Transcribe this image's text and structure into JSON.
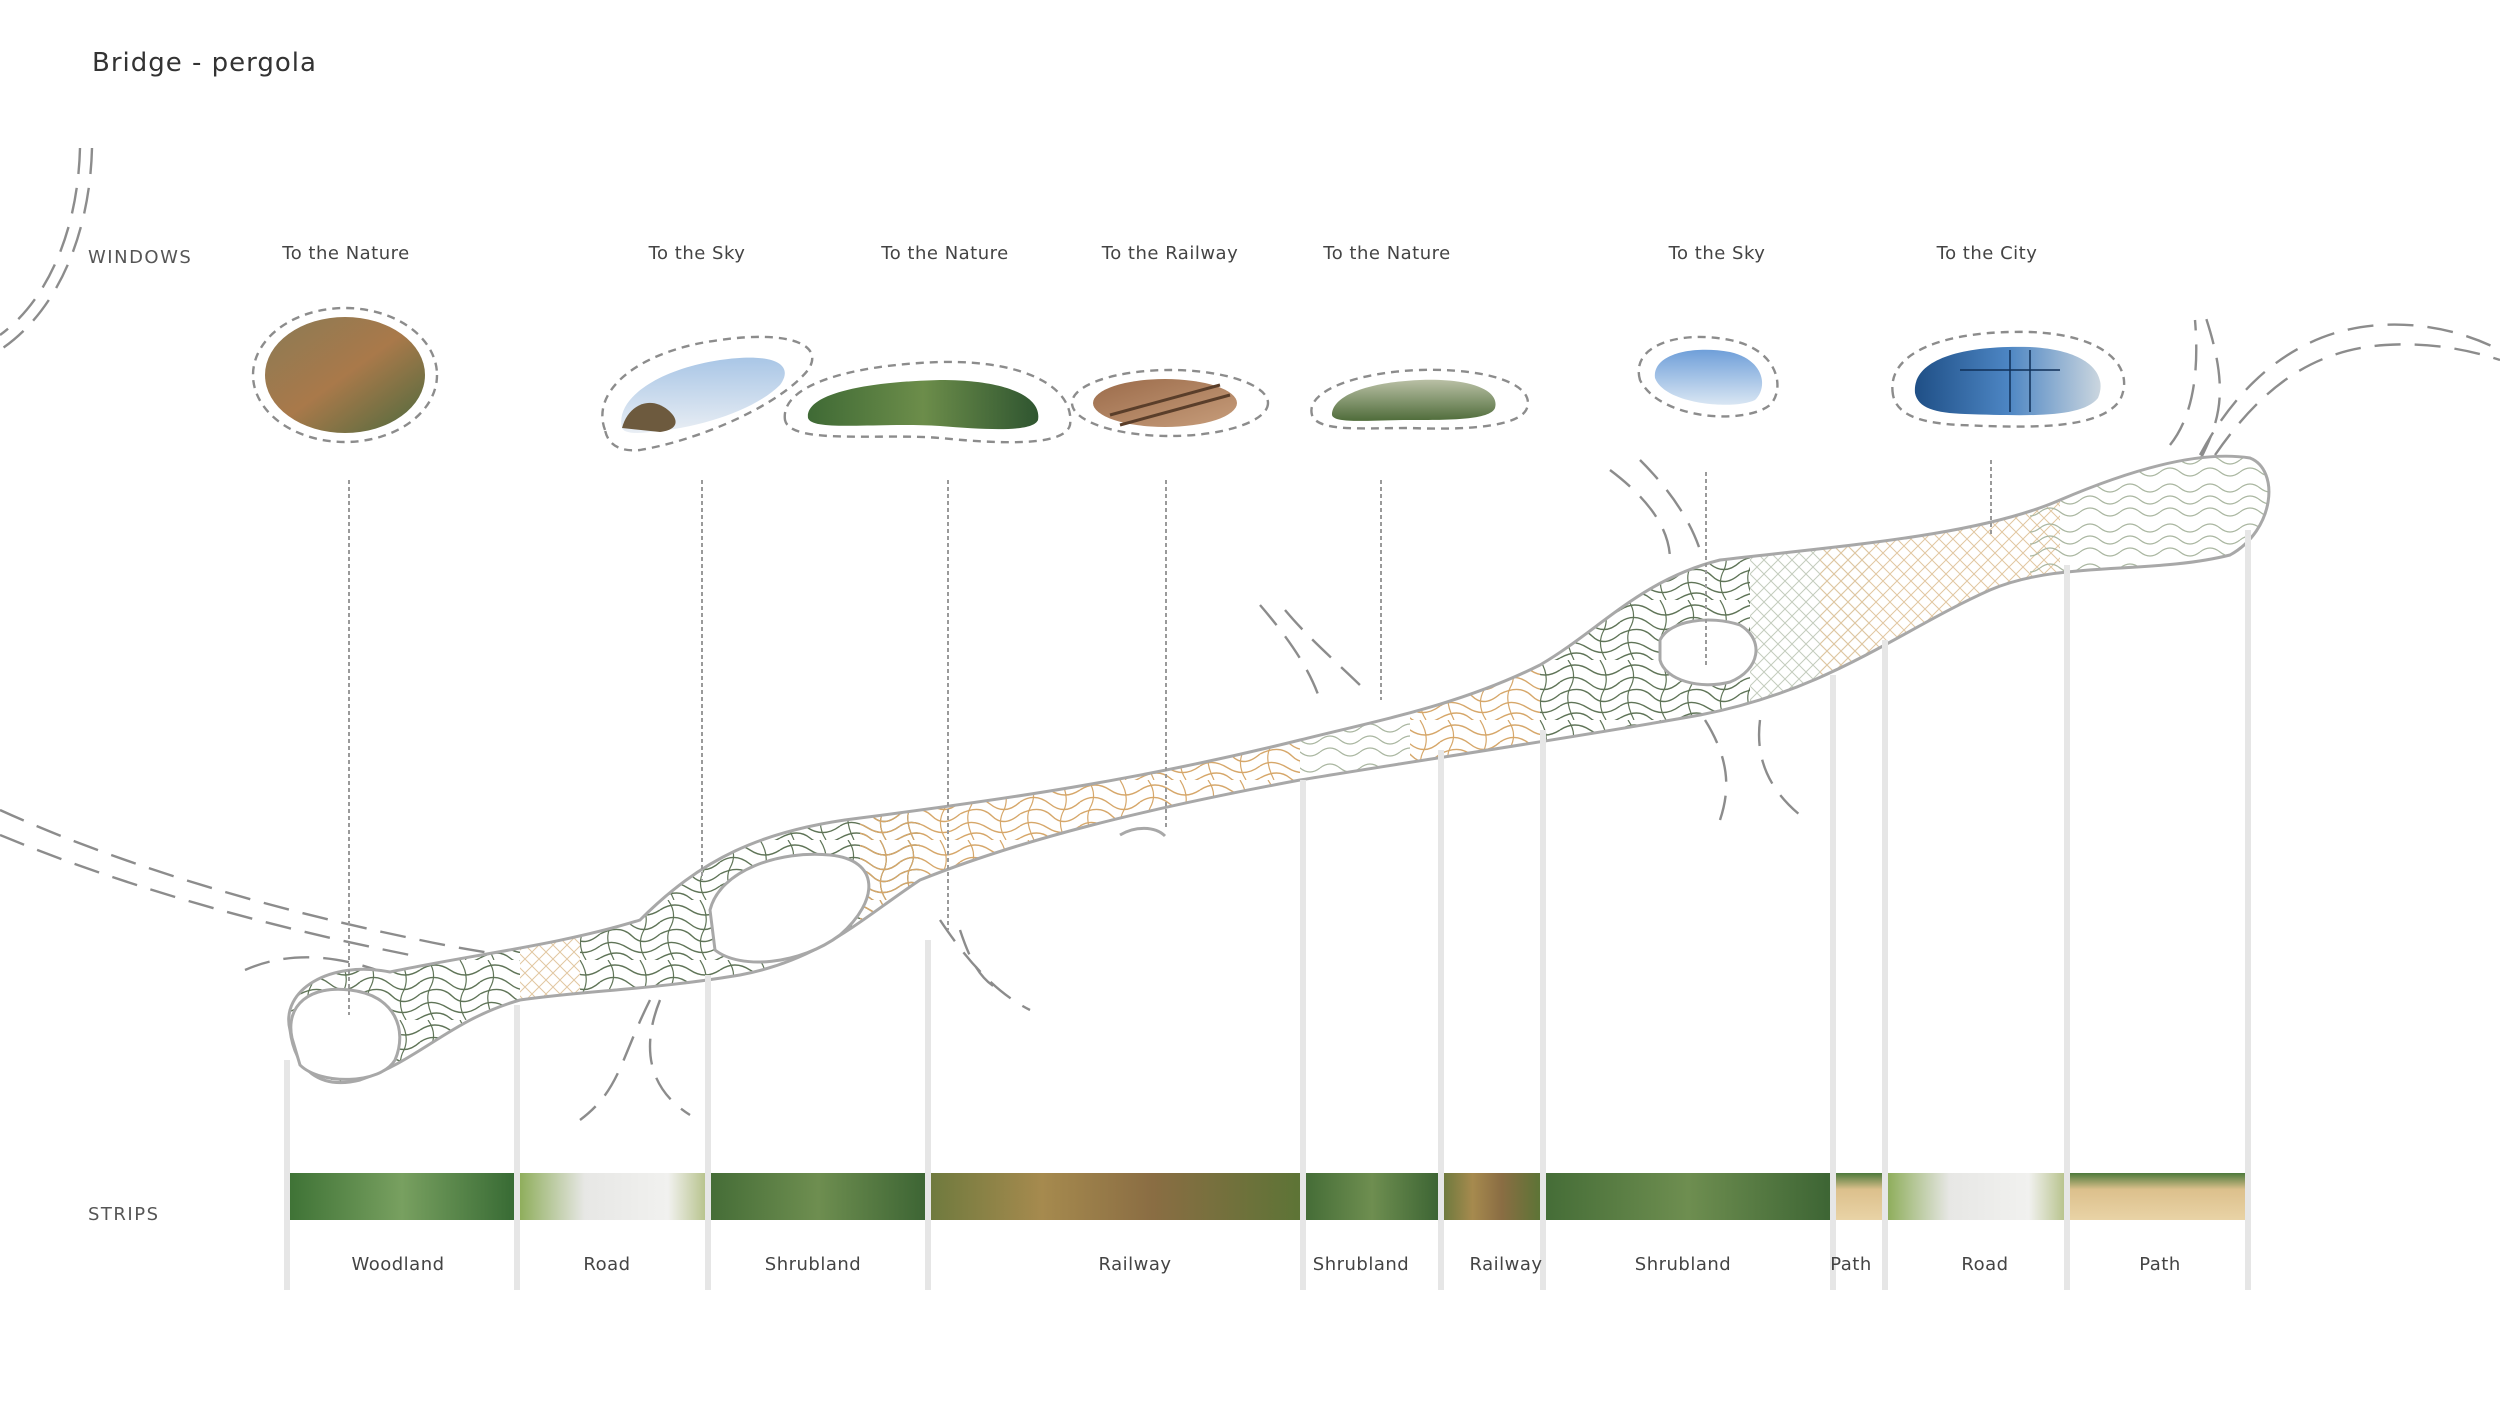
{
  "title": "Bridge - pergola",
  "sections": {
    "windows": "WINDOWS",
    "strips": "STRIPS"
  },
  "windows": [
    {
      "label": "To the Nature",
      "photo": "woodland-trees"
    },
    {
      "label": "To the Sky",
      "photo": "sky-tree"
    },
    {
      "label": "To the Nature",
      "photo": "shrubs"
    },
    {
      "label": "To the Railway",
      "photo": "rail-tracks"
    },
    {
      "label": "To the Nature",
      "photo": "grasses"
    },
    {
      "label": "To the Sky",
      "photo": "blue-sky"
    },
    {
      "label": "To the City",
      "photo": "city-buildings"
    }
  ],
  "strips": [
    {
      "label": "Woodland",
      "photo": "woodland"
    },
    {
      "label": "Road",
      "photo": "road"
    },
    {
      "label": "Shrubland",
      "photo": "shrubland"
    },
    {
      "label": "Railway",
      "photo": "railway"
    },
    {
      "label": "Shrubland",
      "photo": "shrubland"
    },
    {
      "label": "Railway",
      "photo": "railway"
    },
    {
      "label": "Shrubland",
      "photo": "shrubland"
    },
    {
      "label": "Path",
      "photo": "path"
    },
    {
      "label": "Road",
      "photo": "road"
    },
    {
      "label": "Path",
      "photo": "path"
    }
  ],
  "colors": {
    "text": "#3a3a3a",
    "outline": "#a8a8a8",
    "dashed": "#8c8c8c",
    "contour_green": "#5f7457",
    "contour_tan": "#d6a76a",
    "contour_sage": "#a9b6a0",
    "pillar": "#e6e6e6"
  }
}
